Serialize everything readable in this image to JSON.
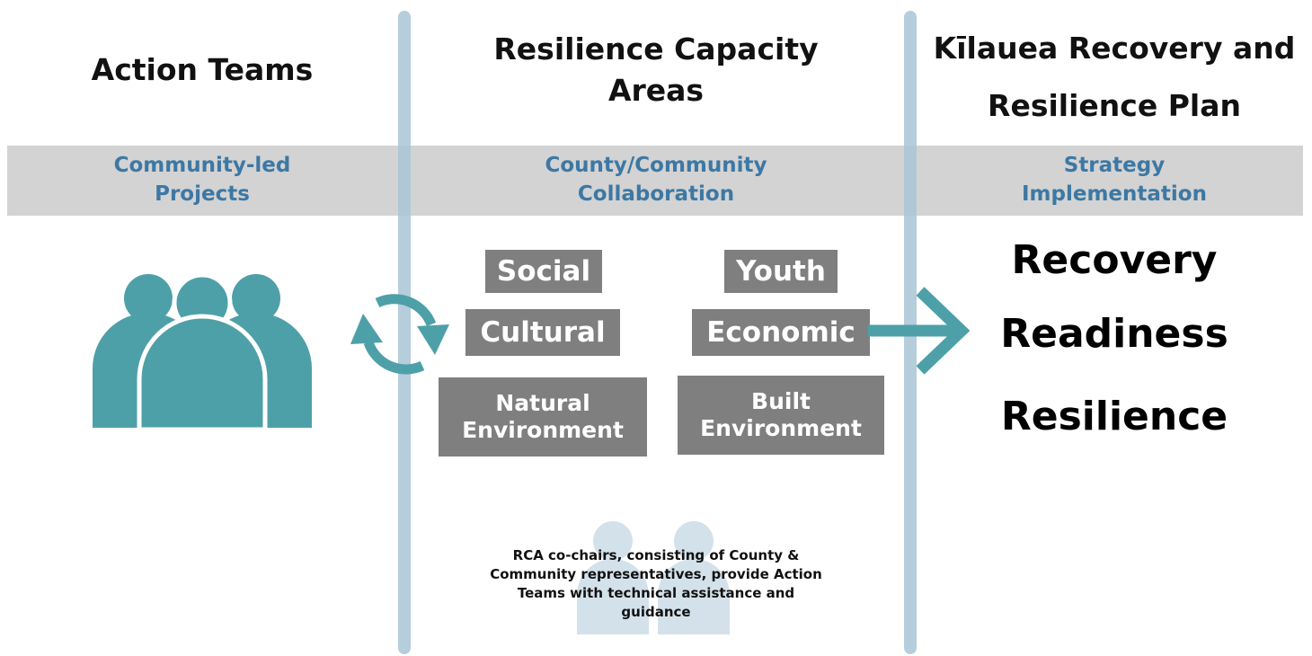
{
  "columns": {
    "action_teams": "Action Teams",
    "rca": "Resilience Capacity Areas",
    "plan": "Kīlauea Recovery and Resilience Plan"
  },
  "band": {
    "left": "Community-led Projects",
    "middle": "County/Community Collaboration",
    "right": "Strategy Implementation"
  },
  "rca_areas": {
    "social": "Social",
    "youth": "Youth",
    "cultural": "Cultural",
    "economic": "Economic",
    "natural": "Natural Environment",
    "built": "Built Environment"
  },
  "outcomes": [
    "Recovery",
    "Readiness",
    "Resilience"
  ],
  "note": "RCA co-chairs, consisting of County & Community representatives, provide Action Teams with technical assistance and guidance",
  "colors": {
    "teal": "#4ea0a8",
    "band": "#d3d3d3",
    "band_text": "#3d78a4",
    "box": "#7f7f7f",
    "divider": "#a9c4d6"
  }
}
